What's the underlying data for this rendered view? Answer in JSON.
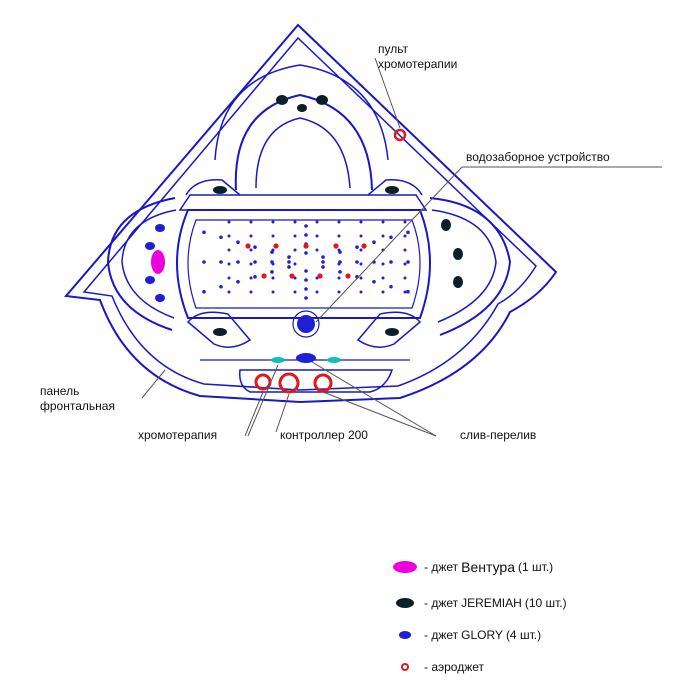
{
  "labels": {
    "chromo_remote_line1": "пульт",
    "chromo_remote_line2": "хромотерапии",
    "water_intake": "водозаборное устройство",
    "front_panel_line1": "панель",
    "front_panel_line2": "фронтальная",
    "chromotherapy": "хромотерапия",
    "controller": "контроллер 200",
    "drain_overflow": "слив-перелив"
  },
  "legend": [
    {
      "prefix": "- джет",
      "name": "Вентура",
      "count": "(1 шт.)",
      "color": "#ee00dd",
      "icon": "ventura-jet-icon"
    },
    {
      "prefix": "- джет",
      "name": "JEREMIAH",
      "count": "(10 шт.)",
      "color": "#0b1f28",
      "icon": "jeremiah-jet-icon"
    },
    {
      "prefix": "- джет",
      "name": "GLORY",
      "count": "(4 шт.)",
      "color": "#1f1fd6",
      "icon": "glory-jet-icon"
    },
    {
      "prefix": "- аэроджет",
      "name": "",
      "count": "",
      "color": "#e01818",
      "icon": "aerojet-icon"
    }
  ],
  "colors": {
    "outline": "#1818c8",
    "jeremiah": "#0b1f28",
    "glory": "#1f1fd6",
    "ventura": "#ee00dd",
    "aerojet": "#e01818",
    "chromo_led": "#10c0b0",
    "leader_line": "#555555"
  }
}
